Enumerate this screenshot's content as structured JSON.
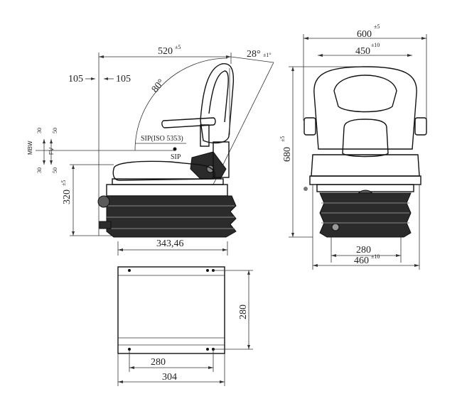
{
  "side_view": {
    "width": "520",
    "width_tol": "±5",
    "angle_back": "28°",
    "angle_back_tol": "±1°",
    "angle_arc": "80°",
    "fore_aft_left": "105",
    "fore_aft_right": "105",
    "sip_label": "SIP(ISO 5353)",
    "sip_point": "SIP",
    "vert_top": "30",
    "vert_top2": "50",
    "vert_bottom": "30",
    "vert_bottom2": "50",
    "small_label_1": "MBW",
    "small_label_2": "FV",
    "height": "320",
    "height_tol": "±5",
    "base_width": "343,46"
  },
  "front_view": {
    "overall_width": "600",
    "overall_width_tol": "±5",
    "inner_width": "450",
    "inner_width_tol": "±10",
    "height": "680",
    "height_tol": "±5",
    "rail_width": "280",
    "base_width": "460",
    "base_width_tol": "±10"
  },
  "bottom_view": {
    "rail_depth": "280",
    "hole_spacing": "280",
    "plate_width": "304"
  }
}
